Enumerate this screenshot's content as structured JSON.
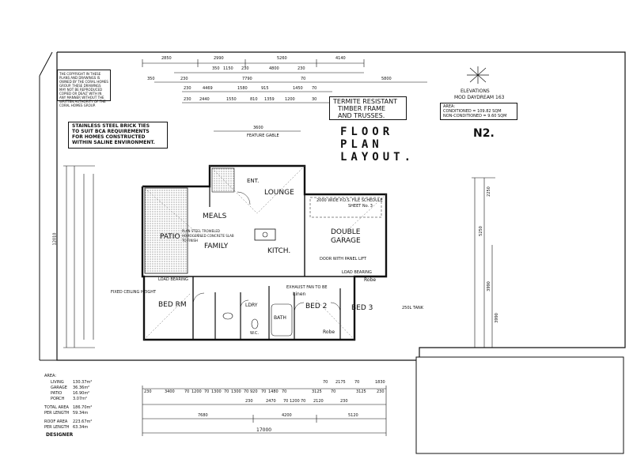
{
  "title_block": {
    "floor_plan_title": [
      "FLOOR",
      "PLAN",
      "LAYOUT."
    ],
    "termite_note": [
      "TERMITE RESISTANT",
      "TIMBER FRAME",
      "AND TRUSSES."
    ],
    "elevations_label": "ELEVATIONS",
    "design_name": "MOD DAYDREAM 163",
    "area_label": "AREA:",
    "conditioned": "CONDITIONED = 109.82 SQM",
    "non_conditioned": "NON-CONDITIONED = 9.60 SQM",
    "drawing_number": "N2."
  },
  "notes": {
    "brick_ties": [
      "STAINLESS STEEL BRICK TIES",
      "TO SUIT BCA REQUIREMENTS",
      "FOR HOMES CONSTRUCTED",
      "WITHIN SALINE ENVIRONMENT."
    ],
    "copyright": "THE COPYRIGHT IN THESE PLANS AND DRAWINGS IS OWNED BY THE CORAL HOMES GROUP. THESE DRAWINGS MAY NOT BE REPRODUCED COPIED OR DEALT WITH IN ANY MANNER WITHOUT THE WRITTEN AUTHORITY OF THE CORAL HOMES GROUP."
  },
  "rooms": {
    "meals": "MEALS",
    "patio": "PATIO",
    "family": "FAMILY",
    "lounge": "LOUNGE",
    "ent": "ENT.",
    "kitchen": "KITCH.",
    "double_garage": [
      "DOUBLE",
      "GARAGE"
    ],
    "bed_rm": "BED RM",
    "bed2": "BED 2",
    "bed3": "BED 3",
    "ldry": "LDRY",
    "bath": "BATH",
    "robe1": "Robe",
    "robe2": "Robe",
    "linen": "Linen"
  },
  "dimensions": {
    "top_row1": [
      "2850",
      "2990",
      "5260",
      "4140"
    ],
    "top_row2": [
      "350",
      "1150",
      "230",
      "4800",
      "230"
    ],
    "top_row3": [
      "350",
      "230",
      "7790",
      "70",
      "5800"
    ],
    "top_row4": [
      "230",
      "4469",
      "1580",
      "915",
      "1450",
      "70"
    ],
    "top_row5": [
      "230",
      "2440",
      "1550",
      "810",
      "1359",
      "1200",
      "30"
    ],
    "feature_gable": "3600",
    "gable_label": "FEATURE GABLE",
    "bottom_row1": [
      "230",
      "3400",
      "70",
      "1200",
      "70",
      "1300",
      "70",
      "1300",
      "70",
      "920",
      "70",
      "1480",
      "70",
      "3125",
      "70",
      "3125",
      "230"
    ],
    "bottom_row2": [
      "230",
      "2470",
      "70",
      "1200",
      "70",
      "2120",
      "230"
    ],
    "bottom_row3": [
      "7680",
      "4200",
      "5120"
    ],
    "bottom_total": "17000",
    "bottom_small": [
      "70",
      "2175",
      "70",
      "1830"
    ],
    "left_total": "12010",
    "right_dims": [
      "2250",
      "5250",
      "3990",
      "3990"
    ]
  },
  "area_schedule": {
    "title": "AREA:",
    "rows": [
      {
        "label": "LIVING",
        "value": "130.37m²"
      },
      {
        "label": "GARAGE",
        "value": "36.36m²"
      },
      {
        "label": "PATIO",
        "value": "16.90m²"
      },
      {
        "label": "PORCH",
        "value": "3.07m²"
      }
    ],
    "total_label": "TOTAL AREA",
    "total_value": "186.70m²",
    "per_label": "PER LENGTH",
    "per_value": "59.34m",
    "roof_label": "ROOF AREA",
    "roof_value": "223.67m²",
    "roof_per_label": "PER LENGTH",
    "roof_per_value": "63.34m",
    "designer_label": "DESIGNER"
  },
  "annotations": {
    "load_bearing": "LOAD BEARING",
    "load_bearing2": "LOAD BEARING",
    "ceiling": "FIXED CEILING HEIGHT",
    "garage_note": "2000 WIDE P.O.S. FILE SCHEDULE",
    "sheet_note": "SHEET No. 3",
    "kitchen_note": "PLAN STEEL TROWELED HOMOGENISED CONCRETE SLAB TO FINISH",
    "panel_lift": "DOOR WITH PANEL LIFT",
    "hws": "250L TANK",
    "ex_fan": "EXHAUST FAN TO BE",
    "w_c": "W.C."
  }
}
